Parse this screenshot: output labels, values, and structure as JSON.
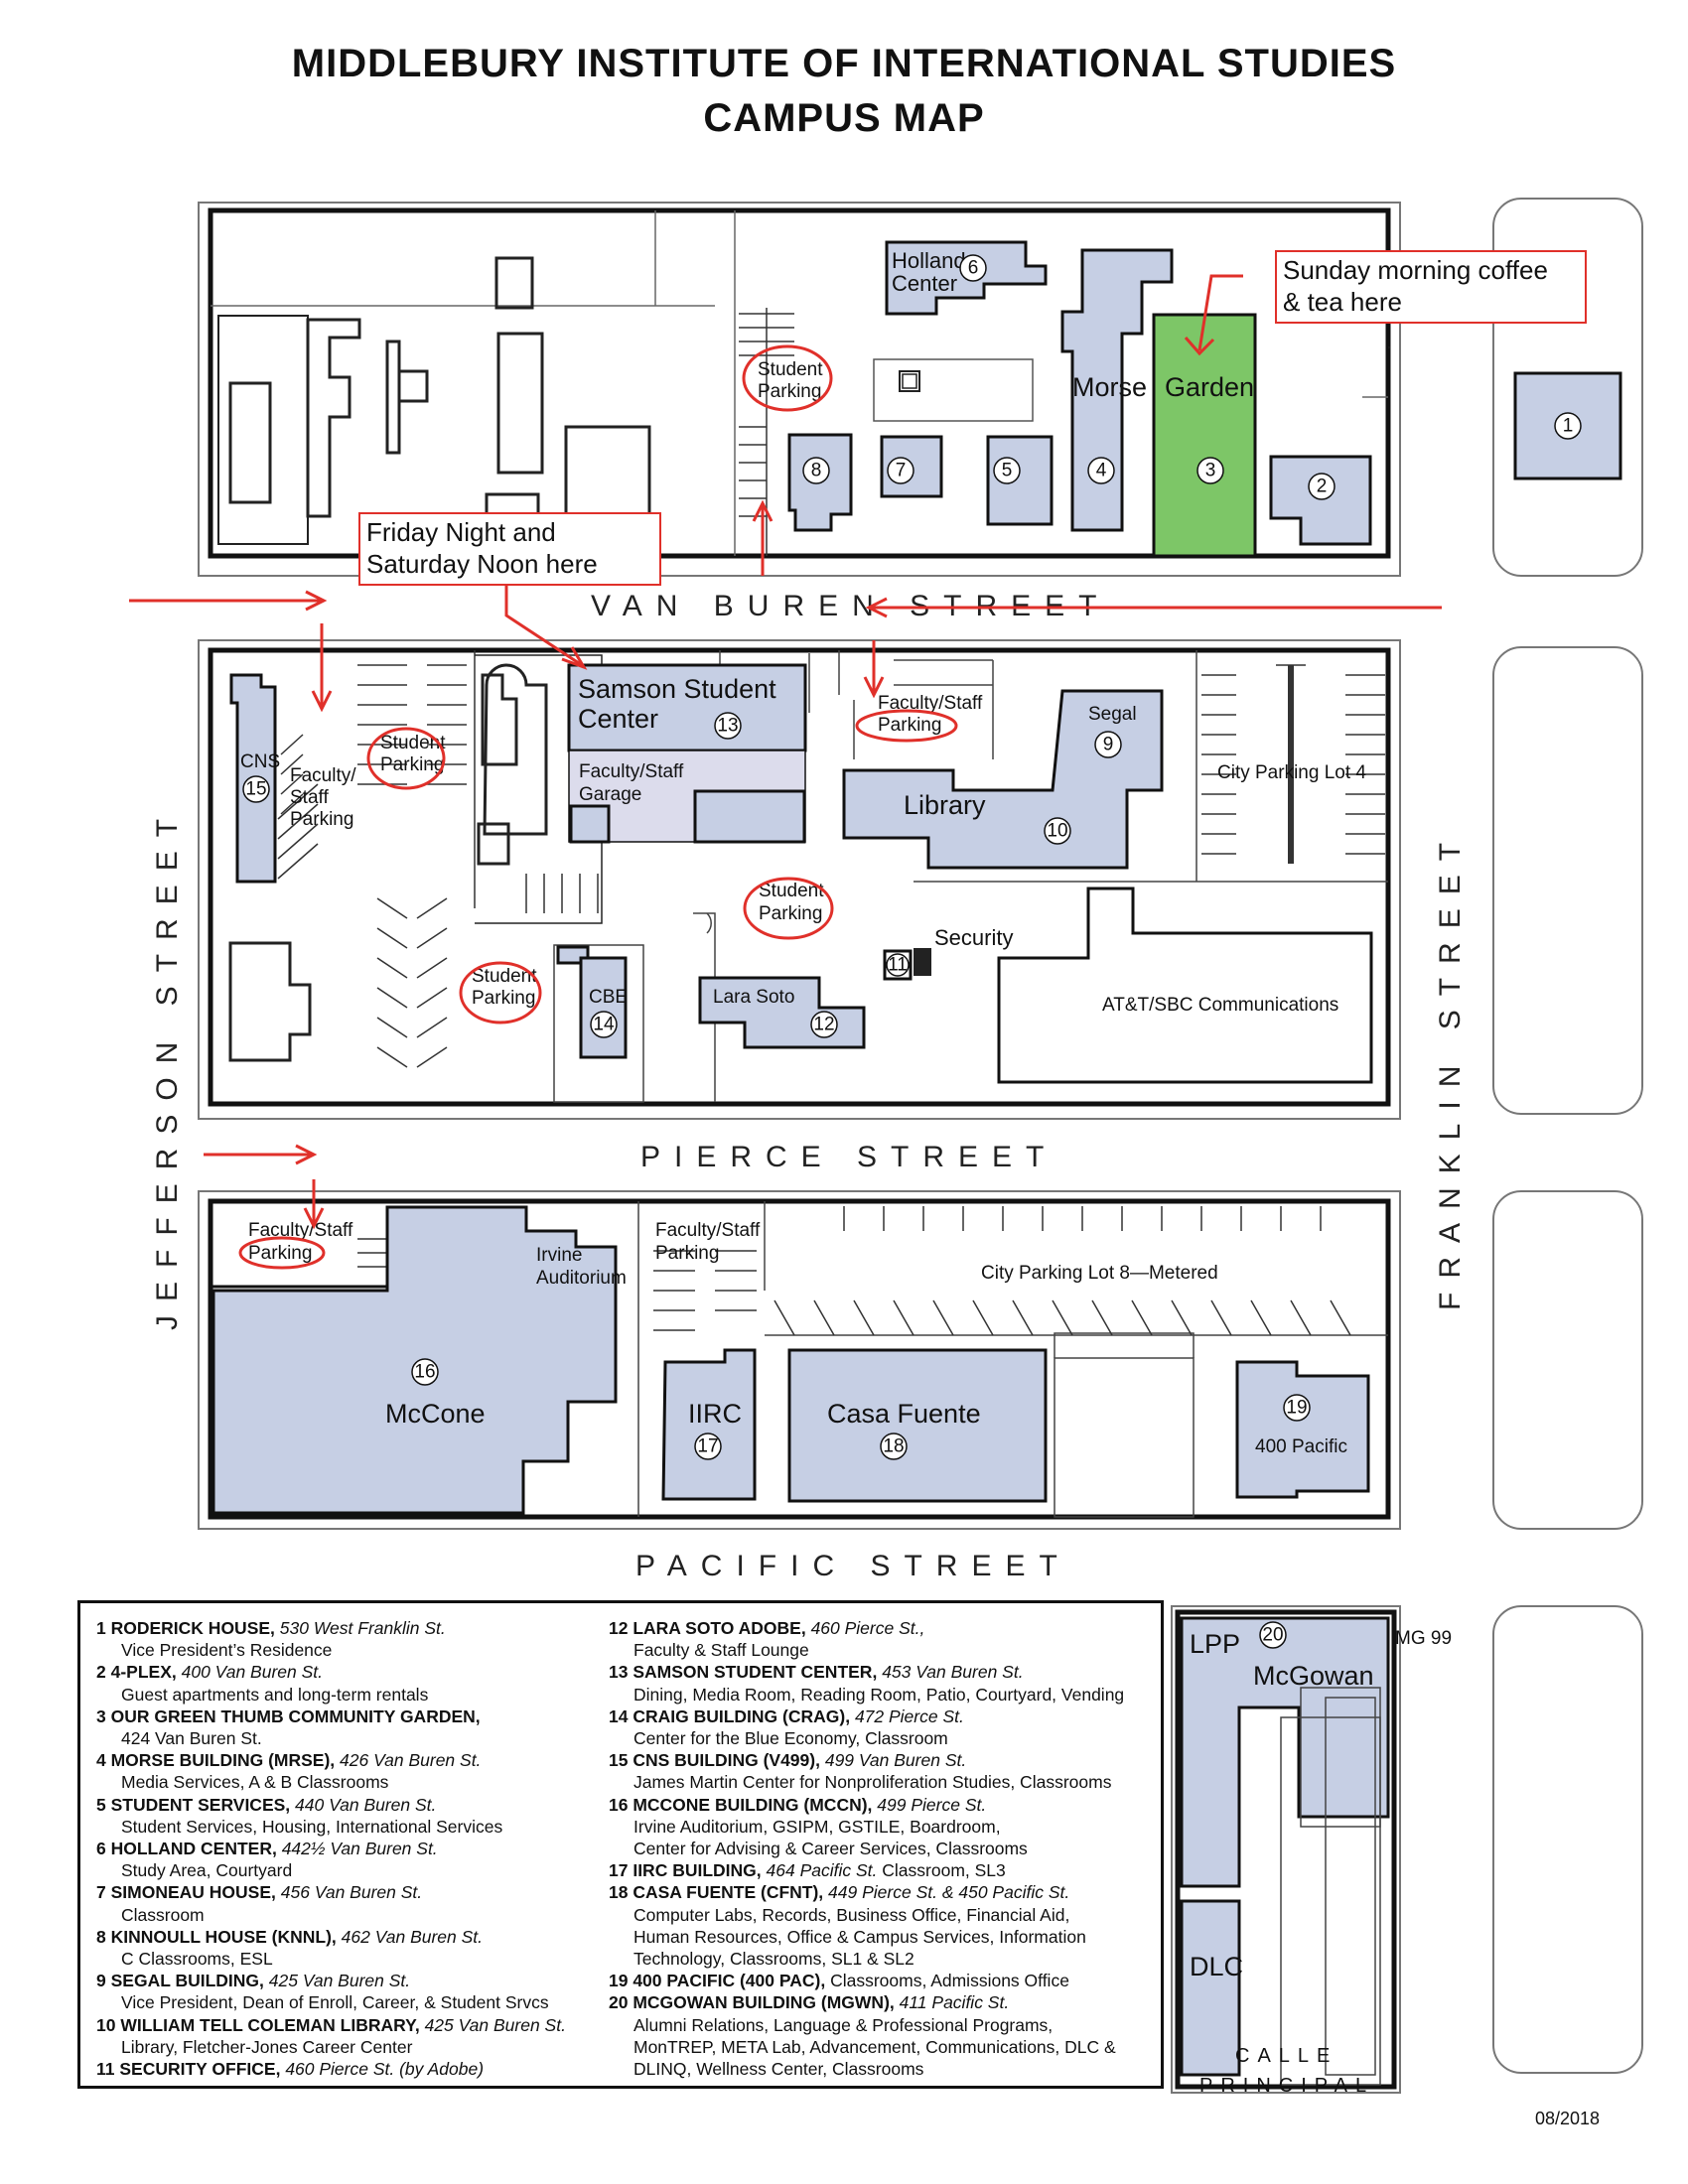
{
  "title": {
    "line1": "MIDDLEBURY INSTITUTE OF INTERNATIONAL STUDIES",
    "line2": "CAMPUS MAP"
  },
  "streets": {
    "van_buren": "VAN BUREN STREET",
    "pierce": "PIERCE STREET",
    "pacific": "PACIFIC STREET",
    "jefferson": "JEFFERSON STREET",
    "franklin": "FRANKLIN STREET",
    "calle_1": "CALLE",
    "calle_2": "PRINCIPAL"
  },
  "callouts": {
    "sunday": "Sunday morning coffee\n& tea here",
    "friday": "Friday Night and\nSaturday Noon here"
  },
  "labels": {
    "holland": "Holland",
    "center": "Center",
    "morse": "Morse",
    "garden": "Garden",
    "student": "Student",
    "parking": "Parking",
    "faculty_staff": "Faculty/Staff",
    "faculty_slash": "Faculty/",
    "staff": "Staff",
    "samson1": "Samson Student",
    "samson2": "Center",
    "garage": "Garage",
    "library": "Library",
    "segal": "Segal",
    "city_lot4": "City Parking Lot 4",
    "cns": "CNS",
    "security": "Security",
    "att": "AT&T/SBC Communications",
    "cbe": "CBE",
    "lara_soto": "Lara Soto",
    "irvine1": "Irvine",
    "irvine2": "Auditorium",
    "city_lot8": "City Parking Lot 8—Metered",
    "mccone": "McCone",
    "iirc": "IIRC",
    "casa_fuente": "Casa Fuente",
    "pacific400": "400 Pacific",
    "lpp": "LPP",
    "mcgowan": "McGowan",
    "dlc": "DLC",
    "mg99": "MG 99"
  },
  "numbers": [
    "1",
    "2",
    "3",
    "4",
    "5",
    "6",
    "7",
    "8",
    "9",
    "10",
    "11",
    "12",
    "13",
    "14",
    "15",
    "16",
    "17",
    "18",
    "19",
    "20"
  ],
  "legend_left": [
    {
      "num": "1",
      "name": "RODERICK HOUSE,",
      "addr": "530 West Franklin St.",
      "desc": [
        "Vice President’s Residence"
      ]
    },
    {
      "num": "2",
      "name": "4-PLEX,",
      "addr": "400 Van Buren St.",
      "desc": [
        "Guest apartments and long-term rentals"
      ]
    },
    {
      "num": "3",
      "name": "OUR GREEN THUMB COMMUNITY GARDEN,",
      "addr": "",
      "desc": [
        "424 Van Buren St."
      ]
    },
    {
      "num": "4",
      "name": "MORSE BUILDING (MRSE),",
      "addr": "426 Van Buren St.",
      "desc": [
        "Media Services, A & B Classrooms"
      ]
    },
    {
      "num": "5",
      "name": "STUDENT SERVICES,",
      "addr": "440 Van Buren St.",
      "desc": [
        "Student Services, Housing, International Services"
      ]
    },
    {
      "num": "6",
      "name": "HOLLAND CENTER,",
      "addr": "442½ Van Buren St.",
      "desc": [
        "Study Area, Courtyard"
      ]
    },
    {
      "num": "7",
      "name": "SIMONEAU HOUSE,",
      "addr": "456 Van Buren St.",
      "desc": [
        "Classroom"
      ]
    },
    {
      "num": "8",
      "name": "KINNOULL HOUSE (KNNL),",
      "addr": "462 Van Buren St.",
      "desc": [
        "C Classrooms, ESL"
      ]
    },
    {
      "num": "9",
      "name": "SEGAL BUILDING,",
      "addr": "425 Van Buren St.",
      "desc": [
        "Vice President, Dean of Enroll, Career, & Student Srvcs"
      ]
    },
    {
      "num": "10",
      "name": "WILLIAM TELL COLEMAN LIBRARY,",
      "addr": "425 Van Buren St.",
      "desc": [
        "Library, Fletcher-Jones Career Center"
      ]
    },
    {
      "num": "11",
      "name": "SECURITY OFFICE,",
      "addr": "460 Pierce St. (by Adobe)",
      "desc": []
    }
  ],
  "legend_right": [
    {
      "num": "12",
      "name": "LARA SOTO ADOBE,",
      "addr": "460 Pierce St.,",
      "desc": [
        "Faculty & Staff Lounge"
      ]
    },
    {
      "num": "13",
      "name": "SAMSON STUDENT CENTER,",
      "addr": "453 Van Buren St.",
      "desc": [
        "Dining, Media Room, Reading Room, Patio, Courtyard, Vending"
      ]
    },
    {
      "num": "14",
      "name": "CRAIG BUILDING (CRAG),",
      "addr": "472 Pierce St.",
      "desc": [
        "Center for the Blue Economy, Classroom"
      ]
    },
    {
      "num": "15",
      "name": "CNS BUILDING (V499),",
      "addr": "499 Van Buren St.",
      "desc": [
        "James Martin Center for Nonproliferation Studies, Classrooms"
      ]
    },
    {
      "num": "16",
      "name": "MCCONE BUILDING (MCCN),",
      "addr": "499 Pierce St.",
      "desc": [
        "Irvine Auditorium, GSIPM, GSTILE, Boardroom,",
        "Center for Advising & Career Services, Classrooms"
      ]
    },
    {
      "num": "17",
      "name": "IIRC BUILDING,",
      "addr": "464 Pacific St.",
      "extra": "Classroom, SL3",
      "desc": []
    },
    {
      "num": "18",
      "name": "CASA FUENTE (CFNT),",
      "addr": "449 Pierce St. & 450 Pacific St.",
      "desc": [
        "Computer Labs, Records, Business Office, Financial Aid,",
        "Human Resources, Office & Campus Services, Information",
        "Technology, Classrooms, SL1 & SL2"
      ]
    },
    {
      "num": "19",
      "name": "400 PACIFIC (400 PAC),",
      "addr": "",
      "extra": "Classrooms, Admissions Office",
      "desc": []
    },
    {
      "num": "20",
      "name": "MCGOWAN BUILDING (MGWN),",
      "addr": "411 Pacific St.",
      "desc": [
        "Alumni Relations, Language & Professional Programs,",
        "MonTREP, META Lab, Advancement, Communications, DLC &",
        "DLINQ, Wellness Center, Classrooms"
      ]
    }
  ],
  "date": "08/2018",
  "colors": {
    "building": "#c6cfe4",
    "garden": "#7dc667",
    "callout": "#e0302a",
    "garage": "#dcdcec"
  }
}
